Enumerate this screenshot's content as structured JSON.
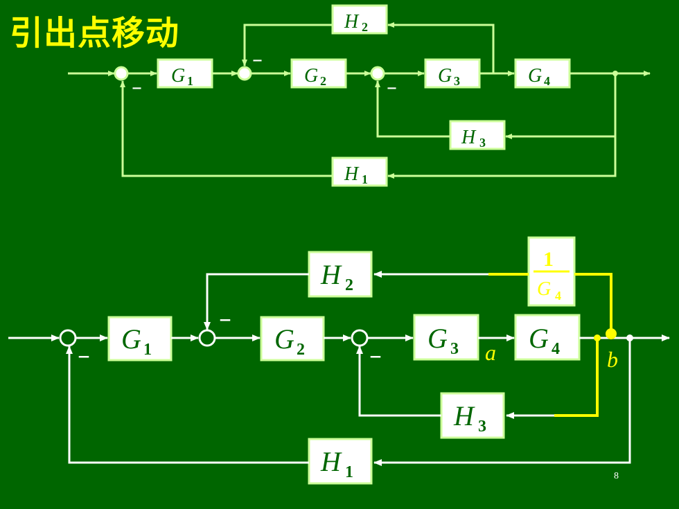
{
  "title": "引出点移动",
  "page_number": "8",
  "top_diagram": {
    "blocks": [
      {
        "id": "G1",
        "letter": "G",
        "sub": "1"
      },
      {
        "id": "G2",
        "letter": "G",
        "sub": "2"
      },
      {
        "id": "G3",
        "letter": "G",
        "sub": "3"
      },
      {
        "id": "G4",
        "letter": "G",
        "sub": "4"
      },
      {
        "id": "H1",
        "letter": "H",
        "sub": "1"
      },
      {
        "id": "H2",
        "letter": "H",
        "sub": "2"
      },
      {
        "id": "H3",
        "letter": "H",
        "sub": "3"
      }
    ],
    "minus_sign": "–"
  },
  "bottom_diagram": {
    "blocks": [
      {
        "id": "G1",
        "letter": "G",
        "sub": "1"
      },
      {
        "id": "G2",
        "letter": "G",
        "sub": "2"
      },
      {
        "id": "G3",
        "letter": "G",
        "sub": "3"
      },
      {
        "id": "G4",
        "letter": "G",
        "sub": "4"
      },
      {
        "id": "H1",
        "letter": "H",
        "sub": "1"
      },
      {
        "id": "H2",
        "letter": "H",
        "sub": "2"
      },
      {
        "id": "H3",
        "letter": "H",
        "sub": "3"
      }
    ],
    "inverse_block": {
      "numerator": "1",
      "den_letter": "G",
      "den_sub": "4"
    },
    "point_a": "a",
    "point_b": "b",
    "minus_sign": "–"
  },
  "colors": {
    "background": "#006600",
    "lines": "#ccff99",
    "highlight": "#ffff00",
    "block_fill": "#ffffff"
  }
}
